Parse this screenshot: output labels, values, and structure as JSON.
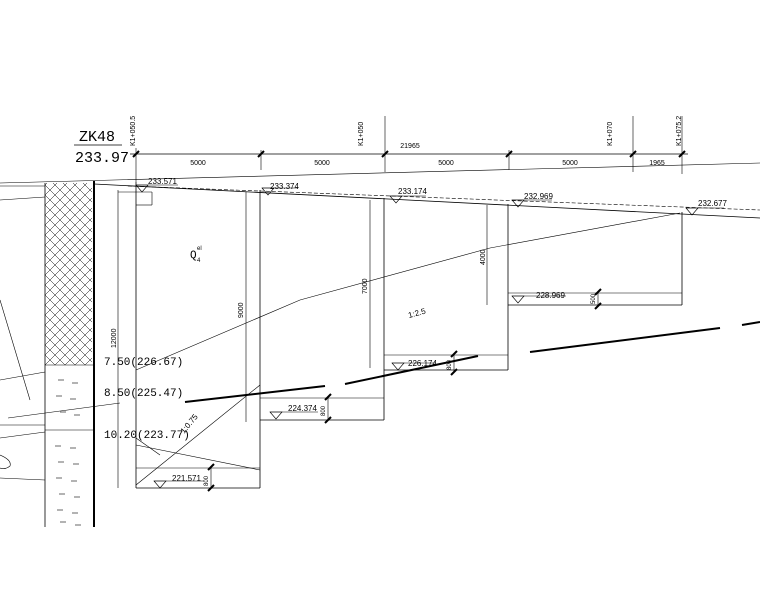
{
  "borehole": {
    "id": "ZK48",
    "elevation": "233.97",
    "depth": "12000",
    "layers": [
      "7.50(226.67)",
      "8.50(225.47)",
      "10.20(223.77)"
    ]
  },
  "stations": [
    "K1+050.5",
    "K1+050",
    "K1+070",
    "K1+075.2"
  ],
  "dimensions": {
    "total": "21965",
    "segments": [
      "5000",
      "5000",
      "5000",
      "5000",
      "1965"
    ]
  },
  "top_elevations": [
    "233.571",
    "233.374",
    "233.174",
    "232.969",
    "232.677"
  ],
  "bench_elevations": [
    "228.969",
    "226.174",
    "224.374",
    "221.571"
  ],
  "bench_depths": [
    "4000",
    "7000",
    "9000"
  ],
  "step_heights": [
    "500",
    "800",
    "800",
    "800"
  ],
  "slope_labels": [
    "1:2.5",
    "1:0.75"
  ],
  "soil_label": {
    "main": "Q",
    "sub": "4",
    "sup": "el"
  }
}
